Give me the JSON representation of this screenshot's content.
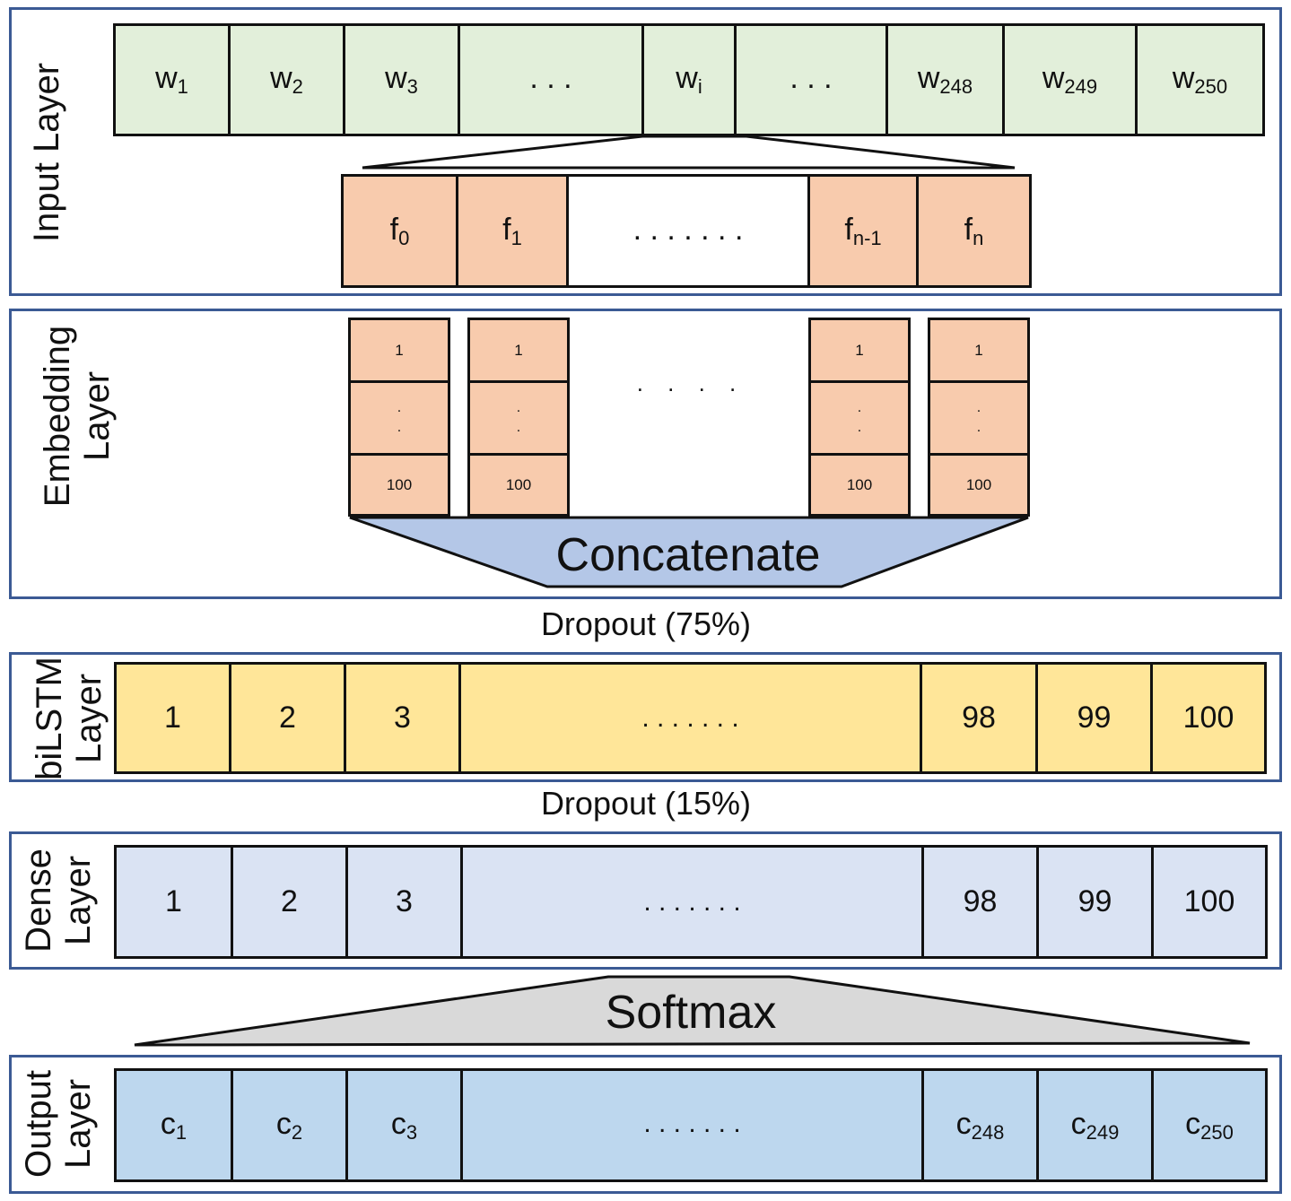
{
  "input_layer": {
    "label": "Input Layer",
    "words": [
      {
        "base": "w",
        "sub": "1"
      },
      {
        "base": "w",
        "sub": "2"
      },
      {
        "base": "w",
        "sub": "3"
      },
      {
        "base": ". . .",
        "sub": ""
      },
      {
        "base": "w",
        "sub": "i"
      },
      {
        "base": ". . .",
        "sub": ""
      },
      {
        "base": "w",
        "sub": "248"
      },
      {
        "base": "w",
        "sub": "249"
      },
      {
        "base": "w",
        "sub": "250"
      }
    ],
    "features": [
      {
        "base": "f",
        "sub": "0"
      },
      {
        "base": "f",
        "sub": "1"
      },
      {
        "base": ". . . . . . .",
        "sub": ""
      },
      {
        "base": "f",
        "sub": "n-1"
      },
      {
        "base": "f",
        "sub": "n"
      }
    ]
  },
  "embedding_layer": {
    "label_line1": "Embedding",
    "label_line2": "Layer",
    "top_value": "1",
    "bottom_value": "100",
    "gap_dots": ". . . .",
    "concat_label": "Concatenate"
  },
  "dropout_1": "Dropout (75%)",
  "bilstm_layer": {
    "label_line1": "biLSTM",
    "label_line2": "Layer",
    "cells": [
      "1",
      "2",
      "3",
      ". . . . . . .",
      "98",
      "99",
      "100"
    ]
  },
  "dropout_2": "Dropout (15%)",
  "dense_layer": {
    "label_line1": "Dense",
    "label_line2": "Layer",
    "cells": [
      "1",
      "2",
      "3",
      ". . . . . . .",
      "98",
      "99",
      "100"
    ]
  },
  "softmax_label": "Softmax",
  "output_layer": {
    "label_line1": "Output",
    "label_line2": "Layer",
    "cells": [
      {
        "base": "c",
        "sub": "1"
      },
      {
        "base": "c",
        "sub": "2"
      },
      {
        "base": "c",
        "sub": "3"
      },
      {
        "base": ". . . . . . .",
        "sub": ""
      },
      {
        "base": "c",
        "sub": "248"
      },
      {
        "base": "c",
        "sub": "249"
      },
      {
        "base": "c",
        "sub": "250"
      }
    ]
  },
  "colors": {
    "panel_border": "#3b5a94",
    "input": "#e2efda",
    "feature": "#f8cbad",
    "bilstm": "#ffe699",
    "dense": "#dae3f3",
    "output": "#bdd7ee",
    "concatenate": "#b4c7e7",
    "softmax": "#d9d9d9"
  }
}
